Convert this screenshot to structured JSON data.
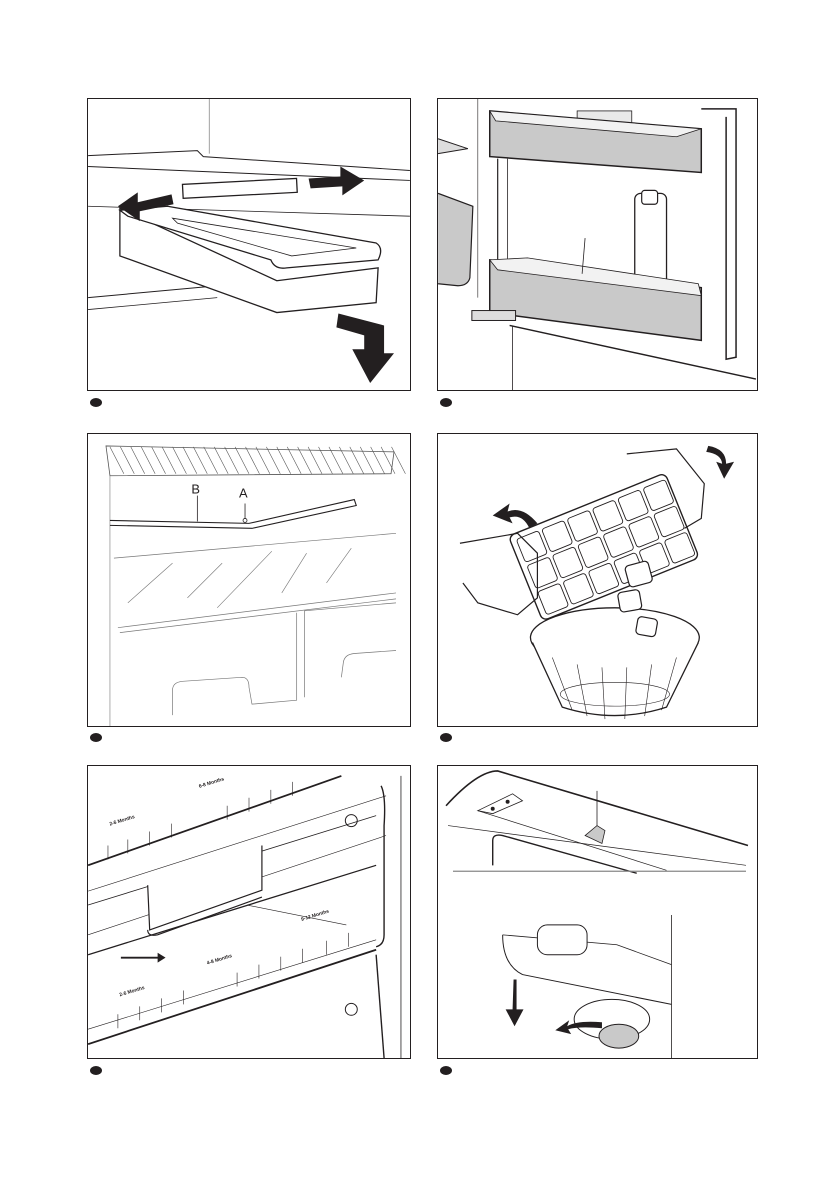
{
  "page": {
    "type": "appliance manual illustration page",
    "figures": [
      {
        "id": "fig-1",
        "subject": "ice tray drawer removal",
        "annotations": []
      },
      {
        "id": "fig-2",
        "subject": "door shelf with bottle",
        "annotations": []
      },
      {
        "id": "fig-3",
        "subject": "shelf adjustment",
        "annotations": [
          "B",
          "A"
        ]
      },
      {
        "id": "fig-4",
        "subject": "twisting ice cube tray over bowl",
        "annotations": []
      },
      {
        "id": "fig-5",
        "subject": "freezer drawer storage time indicators",
        "annotations": [],
        "storage_labels_top": [
          "2-6 Months",
          "6-8 Months"
        ],
        "storage_labels_bottom": [
          "2-6 Months",
          "4-8 Months",
          "9-12 Months"
        ]
      },
      {
        "id": "fig-6",
        "subject": "light bulb cover and replacement",
        "annotations": []
      }
    ]
  },
  "colors": {
    "ink": "#231f20",
    "shade": "#c9c9c9",
    "paper": "#ffffff"
  }
}
